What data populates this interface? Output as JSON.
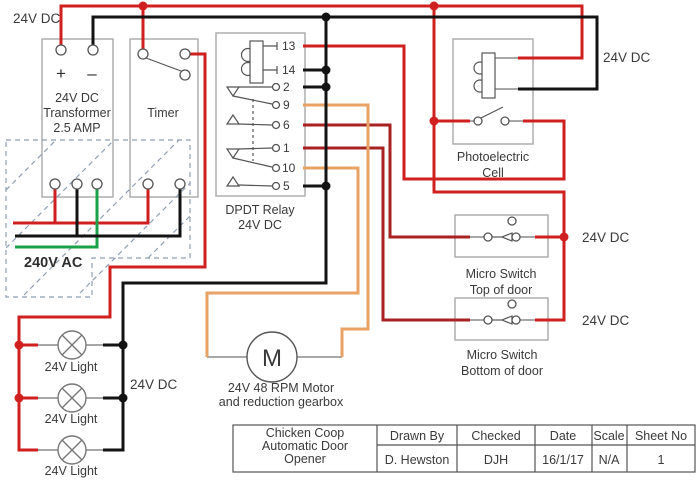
{
  "labels": {
    "dc_top_left": "24V DC",
    "dc_top_right": "24V DC",
    "dc_micro_top": "24V DC",
    "dc_micro_bottom": "24V DC",
    "dc_lights": "24V DC",
    "ac_mains": "240V AC"
  },
  "transformer": {
    "plus": "+",
    "minus": "–",
    "lines": [
      "24V DC",
      "Transformer",
      "2.5 AMP"
    ]
  },
  "timer": {
    "label": "Timer"
  },
  "relay": {
    "pins": [
      "13",
      "14",
      "2",
      "9",
      "6",
      "1",
      "10",
      "5"
    ],
    "label": [
      "DPDT Relay",
      "24V DC"
    ]
  },
  "photocell": {
    "label": [
      "Photoelectric",
      "Cell"
    ]
  },
  "micro_top": {
    "label": [
      "Micro Switch",
      "Top of door"
    ]
  },
  "micro_bottom": {
    "label": [
      "Micro Switch",
      "Bottom of door"
    ]
  },
  "motor": {
    "symbol": "M",
    "label": [
      "24V 48 RPM Motor",
      "and reduction gearbox"
    ]
  },
  "lights": {
    "labels": [
      "24V Light",
      "24V Light",
      "24V Light"
    ]
  },
  "title_block": {
    "title": [
      "Chicken Coop",
      "Automatic Door",
      "Opener"
    ],
    "headers": [
      "Drawn By",
      "Checked",
      "Date",
      "Scale",
      "Sheet No"
    ],
    "values": [
      "D. Hewston",
      "DJH",
      "16/1/17",
      "N/A",
      "1"
    ]
  },
  "colors": {
    "red": "#d01f1f",
    "dark_red": "#a82222",
    "orange": "#e8a266",
    "green": "#1ba14a",
    "wire_black": "#131313"
  }
}
